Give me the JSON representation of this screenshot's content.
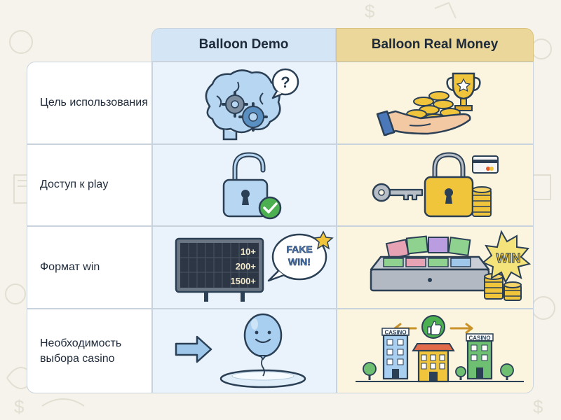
{
  "header": {
    "demo": "Balloon Demo",
    "real": "Balloon Real Money"
  },
  "rows": [
    {
      "label": "Цель использования",
      "demo_icons": [
        "brain-icon",
        "gears-icon",
        "question-bubble-icon"
      ],
      "real_icons": [
        "trophy-icon",
        "hand-coins-icon"
      ]
    },
    {
      "label": "Доступ к play",
      "demo_icons": [
        "open-padlock-icon",
        "checkmark-icon"
      ],
      "real_icons": [
        "key-icon",
        "locked-padlock-icon",
        "credit-card-icon",
        "coin-stack-icon"
      ]
    },
    {
      "label": "Формат win",
      "demo_icons": [
        "scoreboard-icon",
        "speech-bubble-icon",
        "star-icon"
      ],
      "demo_board": [
        "10+",
        "200+",
        "1500+"
      ],
      "demo_bubble": "FAKE WIN!",
      "real_icons": [
        "cash-drawer-icon",
        "coin-stack-icon",
        "win-burst-icon"
      ],
      "real_burst": "WIN"
    },
    {
      "label": "Необходимость выбора casino",
      "demo_icons": [
        "arrow-icon",
        "balloon-icon",
        "platform-icon"
      ],
      "real_icons": [
        "casino-building-icon",
        "hotel-building-icon",
        "casino-building-icon",
        "thumbs-up-icon",
        "arrows-icon"
      ],
      "real_signs": [
        "CASINO",
        "CASINO"
      ]
    }
  ],
  "colors": {
    "demo_header": "#d4e6f5",
    "real_header": "#ecd79a",
    "demo_column": "#eaf3fb",
    "real_column": "#fbf4df",
    "gold": "#f0c53c",
    "blue": "#9ec7ea",
    "green": "#4caf50"
  }
}
